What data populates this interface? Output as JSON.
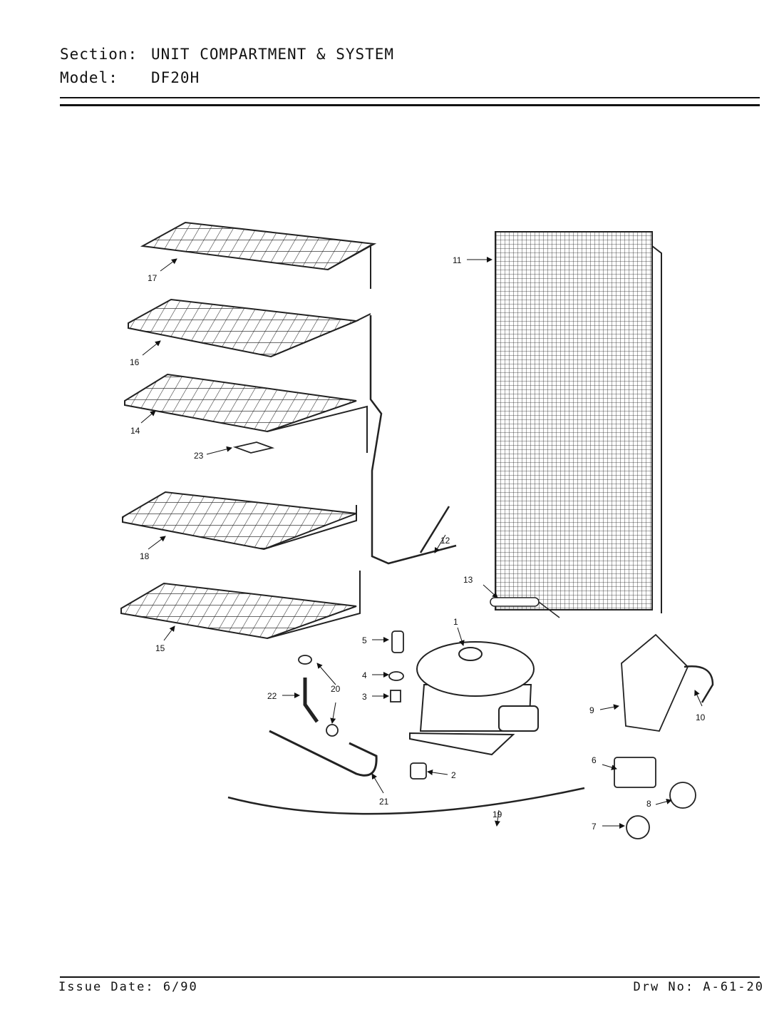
{
  "header": {
    "section_label": "Section:",
    "section_value": "UNIT COMPARTMENT & SYSTEM",
    "model_label": "Model:",
    "model_value": "DF20H"
  },
  "footer": {
    "issue_date": "Issue Date: 6/90",
    "drawing_number": "Drw No: A-61-20"
  },
  "callouts": [
    "1",
    "2",
    "3",
    "4",
    "5",
    "6",
    "7",
    "8",
    "9",
    "10",
    "11",
    "12",
    "13",
    "14",
    "15",
    "16",
    "17",
    "18",
    "19",
    "20",
    "21",
    "22",
    "23"
  ]
}
